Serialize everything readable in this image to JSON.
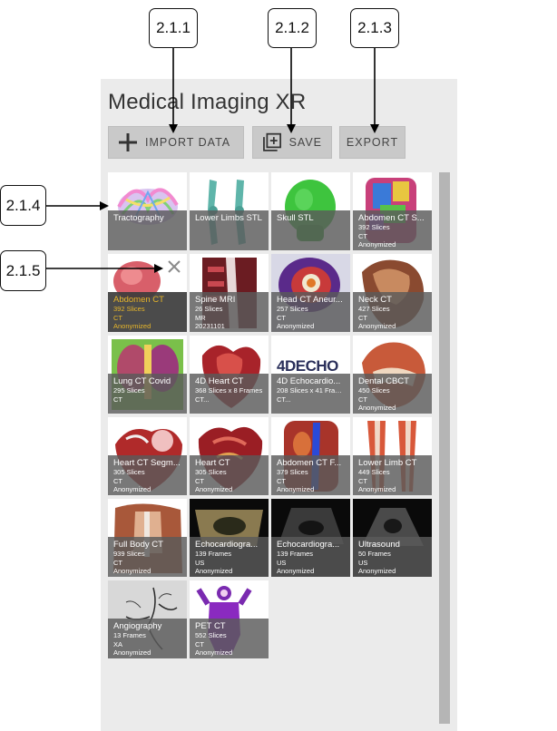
{
  "callouts": {
    "c211": "2.1.1",
    "c212": "2.1.2",
    "c213": "2.1.3",
    "c214": "2.1.4",
    "c215": "2.1.5"
  },
  "app": {
    "title": "Medical Imaging XR"
  },
  "toolbar": {
    "import_label": "IMPORT DATA",
    "save_label": "SAVE",
    "export_label": "EXPORT"
  },
  "datasets": [
    {
      "name": "Tractography",
      "lines": []
    },
    {
      "name": "Lower Limbs STL",
      "lines": []
    },
    {
      "name": "Skull STL",
      "lines": []
    },
    {
      "name": "Abdomen CT S...",
      "lines": [
        "392 Slices",
        "CT",
        "Anonymized"
      ]
    },
    {
      "name": "Abdomen CT",
      "lines": [
        "392 Slices",
        "CT",
        "Anonymized"
      ],
      "selected": true
    },
    {
      "name": "Spine MRI",
      "lines": [
        "26 Slices",
        "MR",
        "20231101"
      ]
    },
    {
      "name": "Head CT Aneur...",
      "lines": [
        "257 Slices",
        "CT",
        "Anonymized"
      ]
    },
    {
      "name": "Neck CT",
      "lines": [
        "427 Slices",
        "CT",
        "Anonymized"
      ]
    },
    {
      "name": "Lung CT Covid",
      "lines": [
        "295 Slices",
        "CT"
      ]
    },
    {
      "name": "4D Heart CT",
      "lines": [
        "368 Slices x 8 Frames",
        "CT..."
      ]
    },
    {
      "name": "4D Echocardio...",
      "lines": [
        "208 Slices x 41 Frames",
        "CT..."
      ]
    },
    {
      "name": "Dental CBCT",
      "lines": [
        "450 Slices",
        "CT",
        "Anonymized"
      ]
    },
    {
      "name": "Heart CT Segm...",
      "lines": [
        "305 Slices",
        "CT",
        "Anonymized"
      ]
    },
    {
      "name": "Heart CT",
      "lines": [
        "305 Slices",
        "CT",
        "Anonymized"
      ]
    },
    {
      "name": "Abdomen CT F...",
      "lines": [
        "379 Slices",
        "CT",
        "Anonymized"
      ]
    },
    {
      "name": "Lower Limb CT",
      "lines": [
        "449 Slices",
        "CT",
        "Anonymized"
      ]
    },
    {
      "name": "Full Body CT",
      "lines": [
        "939 Slices",
        "CT",
        "Anonymized"
      ]
    },
    {
      "name": "Echocardiogra...",
      "lines": [
        "139 Frames",
        "US",
        "Anonymized"
      ]
    },
    {
      "name": "Echocardiogra...",
      "lines": [
        "139 Frames",
        "US",
        "Anonymized"
      ]
    },
    {
      "name": "Ultrasound",
      "lines": [
        "50 Frames",
        "US",
        "Anonymized"
      ]
    },
    {
      "name": "Angiography",
      "lines": [
        "13 Frames",
        "XA",
        "Anonymized"
      ]
    },
    {
      "name": "PET CT",
      "lines": [
        "552 Slices",
        "CT",
        "Anonymized"
      ]
    }
  ],
  "echo_logo": "4DECHO"
}
